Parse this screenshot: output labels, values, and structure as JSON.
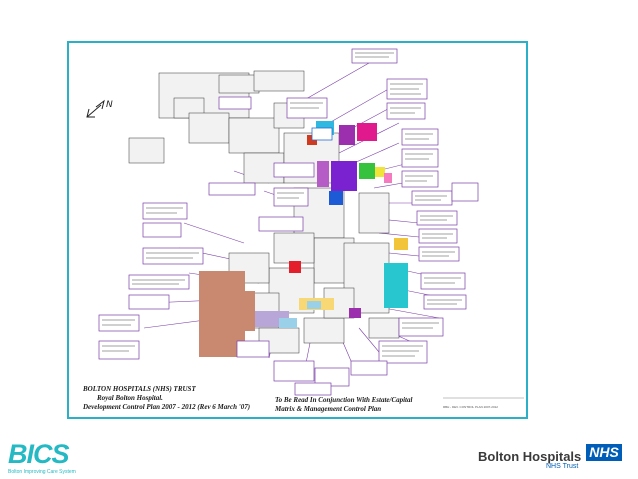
{
  "map": {
    "title_lines": [
      "BOLTON HOSPITALS (NHS) TRUST",
      "Royal Bolton Hospital.",
      "Development  Control Plan 2007 - 2012 (Rev 6 March '07)"
    ],
    "note_lines": [
      "To Be Read In Conjunction With Estate/Capital",
      "Matrix & Management Control Plan"
    ],
    "north_label": "N",
    "reference": "RBH - DEV. CONTROL PLAN 2007-2012"
  },
  "footer": {
    "bics_word": "BICS",
    "bics_tagline": "Bolton Improving Care System",
    "trust_name": "Bolton Hospitals",
    "nhs_badge": "NHS",
    "trust_sub": "NHS Trust"
  },
  "colors": {
    "frame": "#2bb0c8",
    "bics": "#25b9c4",
    "nhs_blue": "#005eb8"
  }
}
